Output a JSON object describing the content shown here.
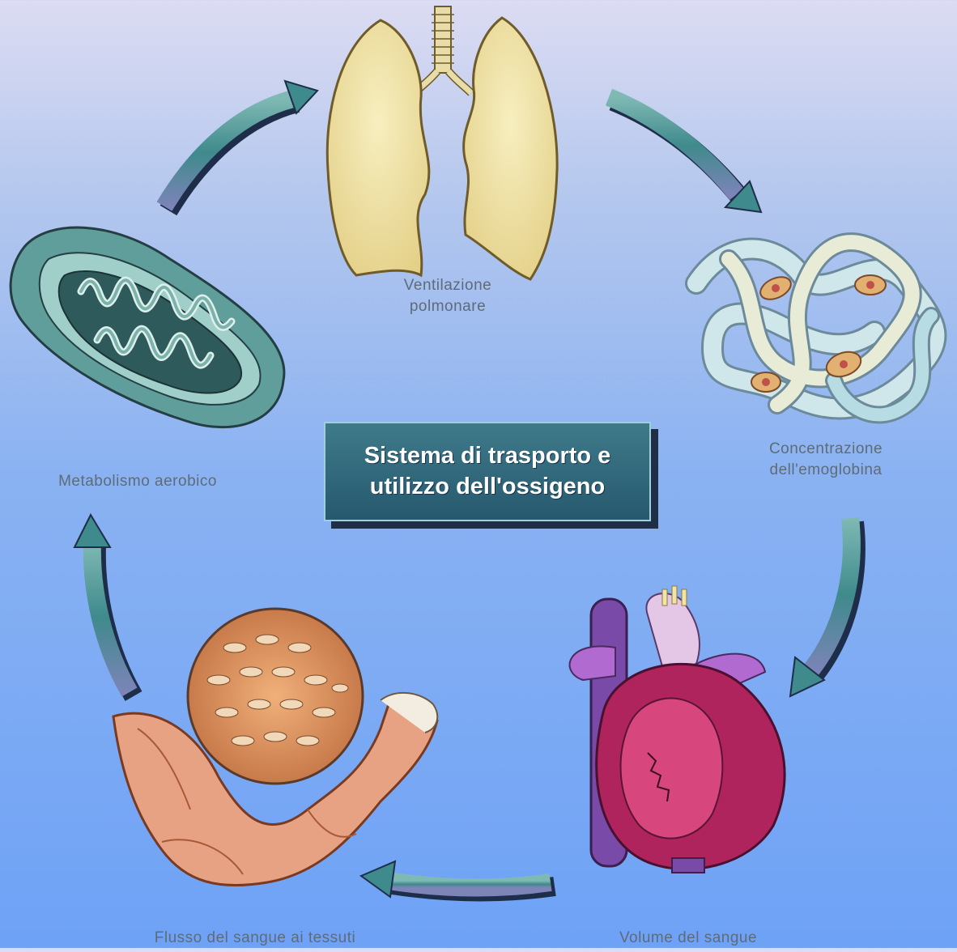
{
  "diagram": {
    "title": "Sistema di trasporto e\nutilizzo dell'ossigeno",
    "stages": [
      {
        "id": "lungs",
        "label": "Ventilazione\npolmonare"
      },
      {
        "id": "hemoglobin",
        "label": "Concentrazione\ndell'emoglobina"
      },
      {
        "id": "heart",
        "label": "Volume del sangue"
      },
      {
        "id": "muscle",
        "label": "Flusso del sangue ai tessuti"
      },
      {
        "id": "mitochondrion",
        "label": "Metabolismo aerobico"
      }
    ],
    "arrows": [
      {
        "from": "mitochondrion",
        "to": "lungs"
      },
      {
        "from": "lungs",
        "to": "hemoglobin"
      },
      {
        "from": "hemoglobin",
        "to": "heart"
      },
      {
        "from": "heart",
        "to": "muscle"
      },
      {
        "from": "muscle",
        "to": "mitochondrion"
      }
    ],
    "colors": {
      "arrow": "#3f8a8c",
      "title_box": "#2f6a7c",
      "lungs": "#efe2a4",
      "mitochondrion": "#5f9e9a",
      "heart": "#b0245e",
      "muscle": "#e6a282"
    }
  }
}
